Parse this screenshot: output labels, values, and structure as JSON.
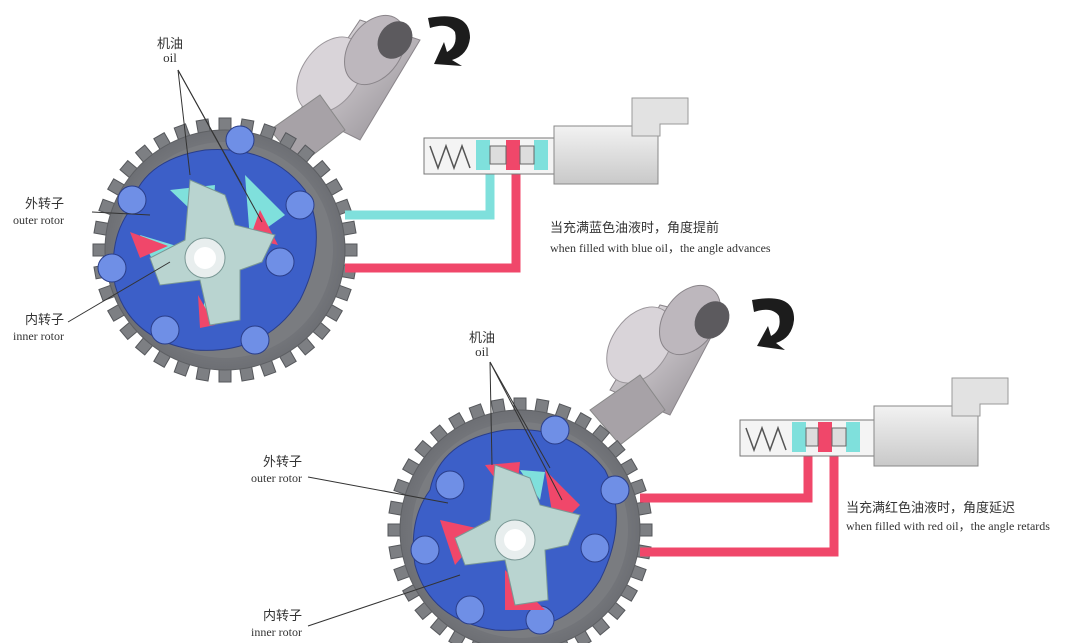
{
  "diagram": {
    "top": {
      "oil_cn": "机油",
      "oil_en": "oil",
      "outer_cn": "外转子",
      "outer_en": "outer rotor",
      "inner_cn": "内转子",
      "inner_en": "inner rotor",
      "caption_cn": "当充满蓝色油液时，角度提前",
      "caption_en": "when filled with blue oil，the angle advances"
    },
    "bottom": {
      "oil_cn": "机油",
      "oil_en": "oil",
      "outer_cn": "外转子",
      "outer_en": "outer rotor",
      "inner_cn": "内转子",
      "inner_en": "inner rotor",
      "caption_cn": "当充满红色油液时，角度延迟",
      "caption_en": "when filled with red oil，the angle retards"
    }
  },
  "colors": {
    "blue_oil": "#7fe0dc",
    "red_oil": "#f0476a",
    "housing_blue": "#3c5fc8",
    "rotor_grey": "#b9d4d0",
    "gear_grey": "#8a8c90",
    "shaft_grey": "#c8c4c8",
    "solenoid_grey": "#d8d8d8"
  }
}
